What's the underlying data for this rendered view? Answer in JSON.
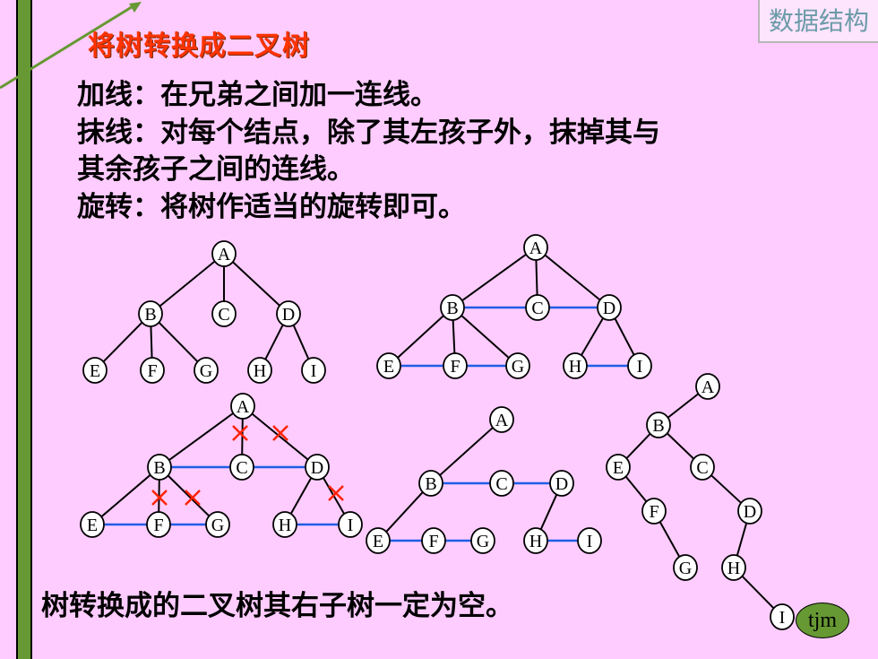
{
  "corner_tag": "数据结构",
  "title": "将树转换成二叉树",
  "lines": [
    "加线：在兄弟之间加一连线。",
    "抹线：对每个结点，除了其左孩子外，抹掉其与",
    "其余孩子之间的连线。",
    "旋转：将树作适当的旋转即可。"
  ],
  "bottom_note": "树转换成的二叉树其右子树一定为空。",
  "badge": "tjm",
  "colors": {
    "background": "#ffccff",
    "title": "#ff3300",
    "sibling_link": "#1e5ee6",
    "cross": "#ff2200",
    "bar": "#669933"
  },
  "trees": {
    "original": {
      "nodes": [
        "A",
        "B",
        "C",
        "D",
        "E",
        "F",
        "G",
        "H",
        "I"
      ]
    },
    "with_sibling_links": {
      "nodes": [
        "A",
        "B",
        "C",
        "D",
        "E",
        "F",
        "G",
        "H",
        "I"
      ]
    },
    "erased_links": {
      "nodes": [
        "A",
        "B",
        "C",
        "D",
        "E",
        "F",
        "G",
        "H",
        "I"
      ]
    },
    "after_erasing": {
      "nodes": [
        "A",
        "B",
        "C",
        "D",
        "E",
        "F",
        "G",
        "H",
        "I"
      ]
    },
    "binary_tree": {
      "nodes": [
        "A",
        "B",
        "E",
        "C",
        "F",
        "D",
        "G",
        "H",
        "I"
      ]
    }
  }
}
